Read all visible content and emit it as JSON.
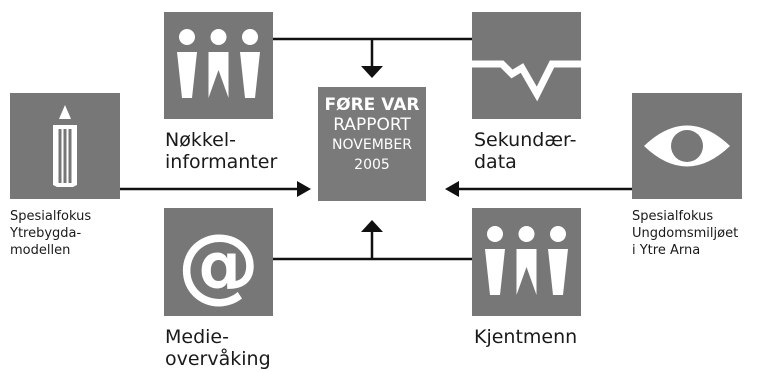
{
  "center": {
    "line1": "FØRE VAR",
    "line2": "RAPPORT",
    "line3": "NOVEMBER",
    "line4": "2005"
  },
  "sources": {
    "nokkelinformanter": {
      "line1": "Nøkkel-",
      "line2": "informanter",
      "icon": "people-icon"
    },
    "sekundaerdata": {
      "line1": "Sekundær-",
      "line2": "data",
      "icon": "graph-line-icon"
    },
    "medieovervaking": {
      "line1": "Medie-",
      "line2": "overvåking",
      "icon": "at-sign-icon"
    },
    "kjentmenn": {
      "line1": "Kjentmenn",
      "icon": "people-icon"
    },
    "spesialfokus_ytrebygda": {
      "line1": "Spesialfokus",
      "line2": "Ytrebygda-",
      "line3": "modellen",
      "icon": "pencil-icon"
    },
    "spesialfokus_ungdom": {
      "line1": "Spesialfokus",
      "line2": "Ungdomsmiljøet",
      "line3": "i Ytre Arna",
      "icon": "eye-icon"
    }
  },
  "colors": {
    "box": "#777777",
    "line": "#111111",
    "text": "#1a1a1a"
  }
}
